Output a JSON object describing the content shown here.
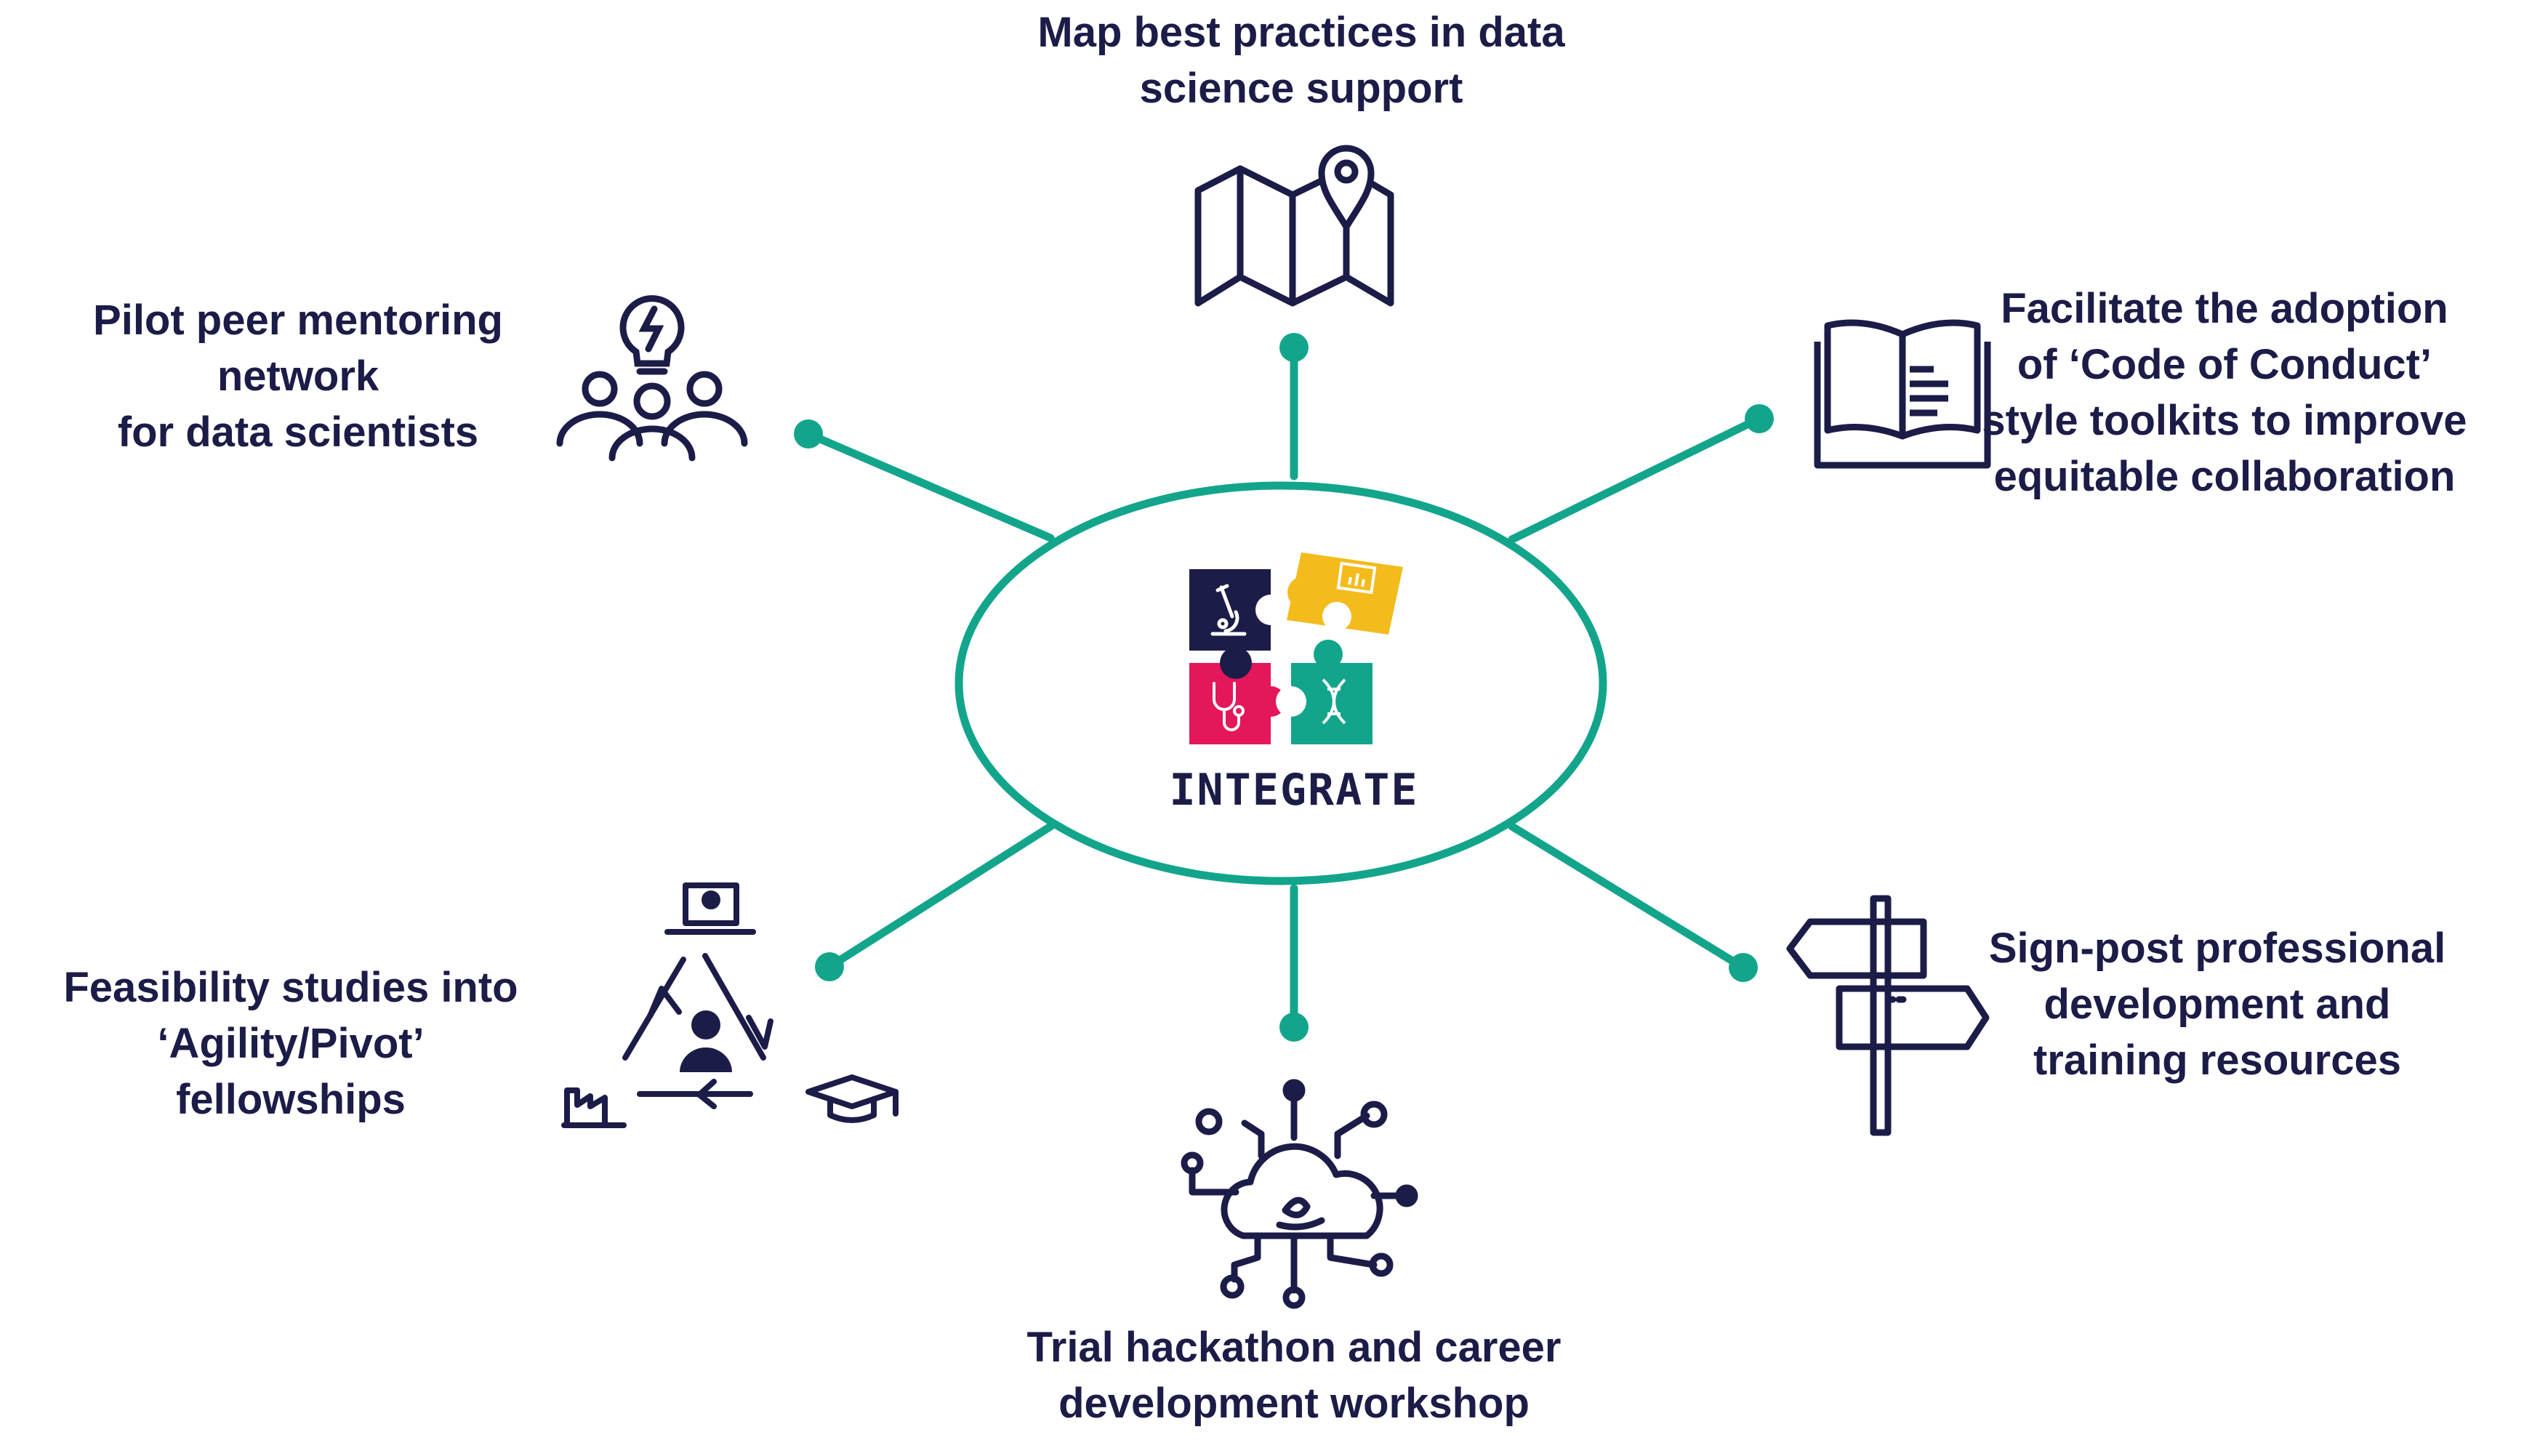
{
  "colors": {
    "connector": "#13a58b",
    "ink": "#1c1c48",
    "puzzle_navy": "#1c1c48",
    "puzzle_yellow": "#f3bb1c",
    "puzzle_pink": "#e3175a",
    "puzzle_teal": "#13a58b"
  },
  "center": {
    "title": "INTEGRATE",
    "logo_icons": [
      "microscope-icon",
      "monitor-chart-icon",
      "stethoscope-icon",
      "dna-icon"
    ]
  },
  "nodes": [
    {
      "id": "map",
      "icon": "map-pin-icon",
      "lines": [
        "Map best practices in data",
        "science support"
      ]
    },
    {
      "id": "mentor",
      "icon": "people-idea-icon",
      "lines": [
        "Pilot peer mentoring",
        "network",
        "for data scientists"
      ]
    },
    {
      "id": "code",
      "icon": "open-book-icon",
      "lines": [
        "Facilitate the adoption",
        "of ‘Code of Conduct’",
        "style toolkits to improve",
        "equitable collaboration"
      ]
    },
    {
      "id": "feas",
      "icon": "recycle-cycle-icon",
      "lines": [
        "Feasibility studies into",
        "‘Agility/Pivot’",
        "fellowships"
      ]
    },
    {
      "id": "hack",
      "icon": "cloud-network-icon",
      "lines": [
        "Trial hackathon and career",
        "development workshop"
      ]
    },
    {
      "id": "sign",
      "icon": "signpost-icon",
      "lines": [
        "Sign-post professional",
        "development and",
        "training resources"
      ]
    }
  ]
}
